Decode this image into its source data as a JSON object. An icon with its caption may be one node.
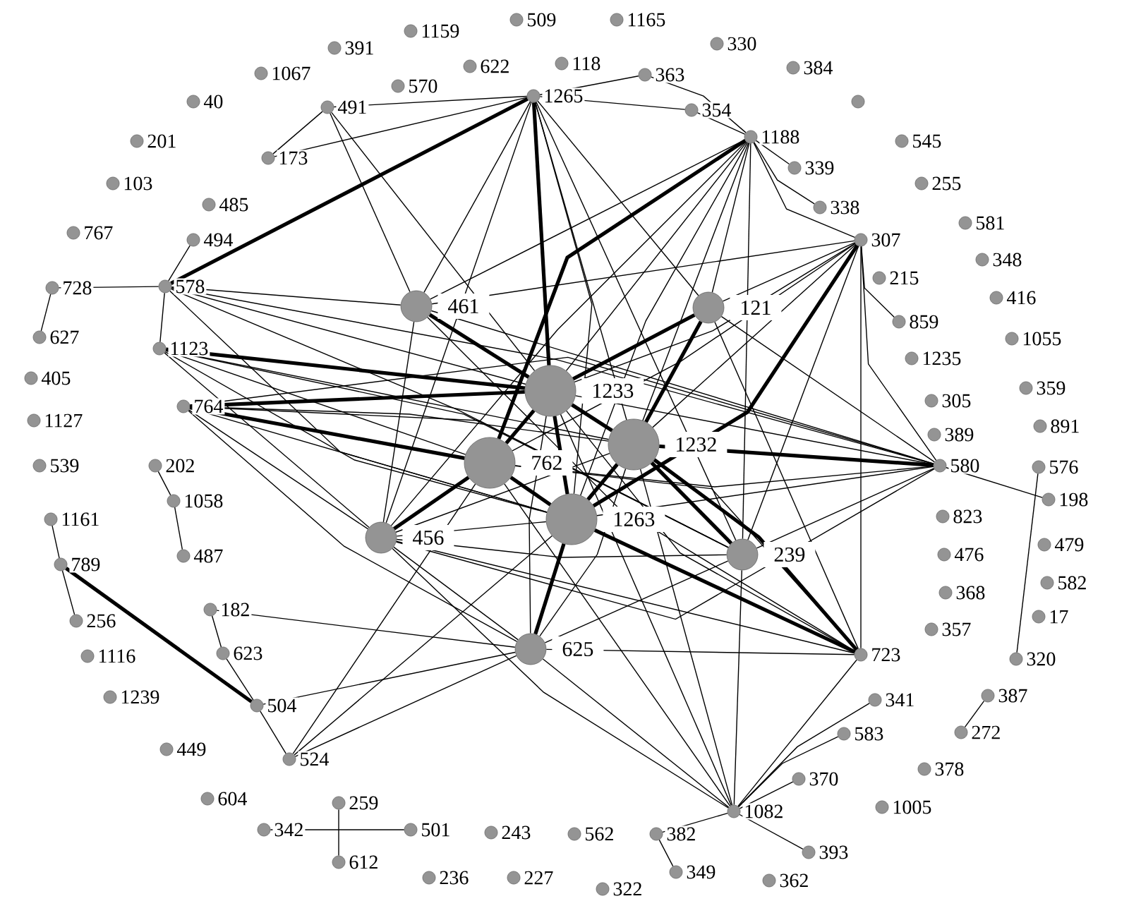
{
  "diagram": {
    "nodes": [
      {
        "text": [],
        "shape": "circle",
        "beside": [
          "509"
        ]
      },
      {
        "text": [],
        "shape": "circle",
        "beside": [
          "1165"
        ]
      },
      {
        "text": [],
        "shape": "circle",
        "beside": [
          "1159"
        ]
      },
      {
        "text": [],
        "shape": "circle",
        "beside": [
          "330"
        ]
      },
      {
        "text": [],
        "shape": "circle",
        "beside": [
          "391"
        ]
      },
      {
        "text": [],
        "shape": "circle",
        "beside": [
          "118"
        ]
      },
      {
        "text": [],
        "shape": "circle",
        "beside": [
          "622"
        ]
      },
      {
        "text": [],
        "shape": "circle",
        "beside": [
          "384"
        ]
      },
      {
        "text": [],
        "shape": "circle",
        "beside": [
          "1067"
        ]
      },
      {
        "text": [],
        "shape": "circle",
        "beside": [
          "363"
        ]
      },
      {
        "text": [],
        "shape": "circle",
        "beside": [
          "570"
        ]
      },
      {
        "text": [],
        "shape": "circle",
        "beside": [
          "1265"
        ]
      },
      {
        "text": [],
        "shape": "circle",
        "beside": [
          "40"
        ]
      },
      {
        "text": [],
        "shape": "circle"
      },
      {
        "text": [],
        "shape": "circle",
        "beside": [
          "491"
        ]
      },
      {
        "text": [],
        "shape": "circle",
        "beside": [
          "354"
        ]
      },
      {
        "text": [],
        "shape": "circle",
        "beside": [
          "1188"
        ]
      },
      {
        "text": [],
        "shape": "circle",
        "beside": [
          "201"
        ]
      },
      {
        "text": [],
        "shape": "circle",
        "beside": [
          "545"
        ]
      },
      {
        "text": [],
        "shape": "circle",
        "beside": [
          "173"
        ]
      },
      {
        "text": [],
        "shape": "circle",
        "beside": [
          "339"
        ]
      },
      {
        "text": [],
        "shape": "circle",
        "beside": [
          "103"
        ]
      },
      {
        "text": [],
        "shape": "circle",
        "beside": [
          "255"
        ]
      },
      {
        "text": [],
        "shape": "circle",
        "beside": [
          "485"
        ]
      },
      {
        "text": [],
        "shape": "circle",
        "beside": [
          "338"
        ]
      },
      {
        "text": [],
        "shape": "circle",
        "beside": [
          "581"
        ]
      },
      {
        "text": [],
        "shape": "circle",
        "beside": [
          "767"
        ]
      },
      {
        "text": [],
        "shape": "circle",
        "beside": [
          "494"
        ]
      },
      {
        "text": [],
        "shape": "circle",
        "beside": [
          "307"
        ]
      },
      {
        "text": [],
        "shape": "circle",
        "beside": [
          "348"
        ]
      },
      {
        "text": [],
        "shape": "circle",
        "beside": [
          "215"
        ]
      },
      {
        "text": [],
        "shape": "circle",
        "beside": [
          "578"
        ]
      },
      {
        "text": [],
        "shape": "circle",
        "beside": [
          "728"
        ]
      },
      {
        "text": [],
        "shape": "circle",
        "beside": [
          "416"
        ]
      },
      {
        "text": [],
        "shape": "circle",
        "beside": [
          "461"
        ]
      },
      {
        "text": [],
        "shape": "circle",
        "beside": [
          "121"
        ]
      },
      {
        "text": [],
        "shape": "circle",
        "beside": [
          "859"
        ]
      },
      {
        "text": [],
        "shape": "circle",
        "beside": [
          "627"
        ]
      },
      {
        "text": [],
        "shape": "circle",
        "beside": [
          "1055"
        ]
      },
      {
        "text": [],
        "shape": "circle",
        "beside": [
          "1123"
        ]
      },
      {
        "text": [],
        "shape": "circle",
        "beside": [
          "1235"
        ]
      },
      {
        "text": [],
        "shape": "circle",
        "beside": [
          "405"
        ]
      },
      {
        "text": [],
        "shape": "circle",
        "beside": [
          "359"
        ]
      },
      {
        "text": [],
        "shape": "circle",
        "beside": [
          "1233"
        ]
      },
      {
        "text": [],
        "shape": "circle",
        "beside": [
          "305"
        ]
      },
      {
        "text": [],
        "shape": "circle",
        "beside": [
          "764"
        ]
      },
      {
        "text": [],
        "shape": "circle",
        "beside": [
          "1127"
        ]
      },
      {
        "text": [],
        "shape": "circle",
        "beside": [
          "891"
        ]
      },
      {
        "text": [],
        "shape": "circle",
        "beside": [
          "389"
        ]
      },
      {
        "text": [],
        "shape": "circle",
        "beside": [
          "1232"
        ]
      },
      {
        "text": [],
        "shape": "circle",
        "beside": [
          "762"
        ]
      },
      {
        "text": [],
        "shape": "circle",
        "beside": [
          "539"
        ]
      },
      {
        "text": [],
        "shape": "circle",
        "beside": [
          "202"
        ]
      },
      {
        "text": [],
        "shape": "circle",
        "beside": [
          "580"
        ]
      },
      {
        "text": [],
        "shape": "circle",
        "beside": [
          "576"
        ]
      },
      {
        "text": [],
        "shape": "circle",
        "beside": [
          "198"
        ]
      },
      {
        "text": [],
        "shape": "circle",
        "beside": [
          "1058"
        ]
      },
      {
        "text": [],
        "shape": "circle",
        "beside": [
          "823"
        ]
      },
      {
        "text": [],
        "shape": "circle",
        "beside": [
          "1263"
        ]
      },
      {
        "text": [],
        "shape": "circle",
        "beside": [
          "1161"
        ]
      },
      {
        "text": [],
        "shape": "circle",
        "beside": [
          "456"
        ]
      },
      {
        "text": [],
        "shape": "circle",
        "beside": [
          "479"
        ]
      },
      {
        "text": [],
        "shape": "circle",
        "beside": [
          "239"
        ]
      },
      {
        "text": [],
        "shape": "circle",
        "beside": [
          "476"
        ]
      },
      {
        "text": [],
        "shape": "circle",
        "beside": [
          "487"
        ]
      },
      {
        "text": [],
        "shape": "circle",
        "beside": [
          "789"
        ]
      },
      {
        "text": [],
        "shape": "circle",
        "beside": [
          "582"
        ]
      },
      {
        "text": [],
        "shape": "circle",
        "beside": [
          "368"
        ]
      },
      {
        "text": [],
        "shape": "circle",
        "beside": [
          "182"
        ]
      },
      {
        "text": [],
        "shape": "circle",
        "beside": [
          "17"
        ]
      },
      {
        "text": [],
        "shape": "circle",
        "beside": [
          "256"
        ]
      },
      {
        "text": [],
        "shape": "circle",
        "beside": [
          "357"
        ]
      },
      {
        "text": [],
        "shape": "circle",
        "beside": [
          "625"
        ]
      },
      {
        "text": [],
        "shape": "circle",
        "beside": [
          "623"
        ]
      },
      {
        "text": [],
        "shape": "circle",
        "beside": [
          "723"
        ]
      },
      {
        "text": [],
        "shape": "circle",
        "beside": [
          "1116"
        ]
      },
      {
        "text": [],
        "shape": "circle",
        "beside": [
          "320"
        ]
      },
      {
        "text": [],
        "shape": "circle",
        "beside": [
          "387"
        ]
      },
      {
        "text": [],
        "shape": "circle",
        "beside": [
          "1239"
        ]
      },
      {
        "text": [],
        "shape": "circle",
        "beside": [
          "341"
        ]
      },
      {
        "text": [],
        "shape": "circle",
        "beside": [
          "504"
        ]
      },
      {
        "text": [],
        "shape": "circle",
        "beside": [
          "272"
        ]
      },
      {
        "text": [],
        "shape": "circle",
        "beside": [
          "583"
        ]
      },
      {
        "text": [],
        "shape": "circle",
        "beside": [
          "449"
        ]
      },
      {
        "text": [],
        "shape": "circle",
        "beside": [
          "524"
        ]
      },
      {
        "text": [],
        "shape": "circle",
        "beside": [
          "378"
        ]
      },
      {
        "text": [],
        "shape": "circle",
        "beside": [
          "370"
        ]
      },
      {
        "text": [],
        "shape": "circle",
        "beside": [
          "604"
        ]
      },
      {
        "text": [],
        "shape": "circle",
        "beside": [
          "259"
        ]
      },
      {
        "text": [],
        "shape": "circle",
        "beside": [
          "1005"
        ]
      },
      {
        "text": [],
        "shape": "circle",
        "beside": [
          "1082"
        ]
      },
      {
        "text": [],
        "shape": "circle",
        "beside": [
          "342"
        ]
      },
      {
        "text": [],
        "shape": "circle",
        "beside": [
          "501"
        ]
      },
      {
        "text": [],
        "shape": "circle",
        "beside": [
          "243"
        ]
      },
      {
        "text": [],
        "shape": "circle",
        "beside": [
          "382"
        ]
      },
      {
        "text": [],
        "shape": "circle",
        "beside": [
          "562"
        ]
      },
      {
        "text": [],
        "shape": "circle",
        "beside": [
          "393"
        ]
      },
      {
        "text": [],
        "shape": "circle",
        "beside": [
          "612"
        ]
      },
      {
        "text": [],
        "shape": "circle",
        "beside": [
          "349"
        ]
      },
      {
        "text": [],
        "shape": "circle",
        "beside": [
          "236"
        ]
      },
      {
        "text": [],
        "shape": "circle",
        "beside": [
          "227"
        ]
      },
      {
        "text": [],
        "shape": "circle",
        "beside": [
          "362"
        ]
      },
      {
        "text": [],
        "shape": "circle",
        "beside": [
          "322"
        ]
      }
    ],
    "edges": [
      {
        "from": 43,
        "to": 50,
        "arrow": "none",
        "style": "thick"
      },
      {
        "from": 43,
        "to": 49,
        "arrow": "none",
        "style": "thick"
      },
      {
        "from": 43,
        "to": 58,
        "arrow": "none",
        "style": "thick"
      },
      {
        "from": 50,
        "to": 58,
        "arrow": "none",
        "style": "thick"
      },
      {
        "from": 49,
        "to": 58,
        "arrow": "none",
        "style": "thick"
      },
      {
        "from": 34,
        "to": 43,
        "arrow": "none",
        "style": "thick"
      },
      {
        "from": 35,
        "to": 49,
        "arrow": "none",
        "style": "thick"
      },
      {
        "from": 35,
        "to": 43,
        "arrow": "none",
        "style": "thick"
      },
      {
        "from": 60,
        "to": 50,
        "arrow": "none",
        "style": "thick"
      },
      {
        "from": 62,
        "to": 49,
        "arrow": "none",
        "style": "thick"
      },
      {
        "from": 72,
        "to": 58,
        "arrow": "none",
        "style": "thick"
      },
      {
        "from": 45,
        "to": 50,
        "arrow": "none",
        "style": "thick"
      },
      {
        "from": 45,
        "to": 43,
        "arrow": "none",
        "style": "thick"
      },
      {
        "from": 39,
        "to": 43,
        "arrow": "none",
        "style": "thick"
      },
      {
        "from": 11,
        "to": 43,
        "arrow": "none",
        "style": "thick"
      },
      {
        "from": 11,
        "to": 31,
        "arrow": "none",
        "style": "thick"
      },
      {
        "from": 16,
        "to": 50,
        "arrow": "none",
        "style": "thick"
      },
      {
        "from": 28,
        "to": 58,
        "arrow": "none",
        "style": "thick"
      },
      {
        "from": 74,
        "to": 49,
        "arrow": "none",
        "style": "thick"
      },
      {
        "from": 74,
        "to": 58,
        "arrow": "none",
        "style": "thick"
      },
      {
        "from": 53,
        "to": 49,
        "arrow": "none",
        "style": "thick"
      },
      {
        "from": 80,
        "to": 65,
        "arrow": "none",
        "style": "thick"
      },
      {
        "from": 11,
        "to": 34,
        "arrow": "none"
      },
      {
        "from": 11,
        "to": 58,
        "arrow": "none"
      },
      {
        "from": 11,
        "to": 49,
        "arrow": "none"
      },
      {
        "from": 11,
        "to": 62,
        "arrow": "none"
      },
      {
        "from": 11,
        "to": 9,
        "arrow": "none"
      },
      {
        "from": 11,
        "to": 15,
        "arrow": "none"
      },
      {
        "from": 11,
        "to": 19,
        "arrow": "none"
      },
      {
        "from": 11,
        "to": 14,
        "arrow": "none"
      },
      {
        "from": 11,
        "to": 35,
        "arrow": "none"
      },
      {
        "from": 11,
        "to": 60,
        "arrow": "none"
      },
      {
        "from": 16,
        "to": 35,
        "arrow": "none"
      },
      {
        "from": 16,
        "to": 43,
        "arrow": "none"
      },
      {
        "from": 16,
        "to": 49,
        "arrow": "none"
      },
      {
        "from": 16,
        "to": 58,
        "arrow": "none"
      },
      {
        "from": 16,
        "to": 62,
        "arrow": "none"
      },
      {
        "from": 16,
        "to": 34,
        "arrow": "none"
      },
      {
        "from": 16,
        "to": 28,
        "arrow": "none"
      },
      {
        "from": 16,
        "to": 9,
        "arrow": "none"
      },
      {
        "from": 16,
        "to": 15,
        "arrow": "none"
      },
      {
        "from": 16,
        "to": 20,
        "arrow": "none"
      },
      {
        "from": 16,
        "to": 24,
        "arrow": "none"
      },
      {
        "from": 16,
        "to": 60,
        "arrow": "none"
      },
      {
        "from": 28,
        "to": 35,
        "arrow": "none"
      },
      {
        "from": 28,
        "to": 43,
        "arrow": "none"
      },
      {
        "from": 28,
        "to": 49,
        "arrow": "none"
      },
      {
        "from": 28,
        "to": 50,
        "arrow": "none"
      },
      {
        "from": 28,
        "to": 62,
        "arrow": "none"
      },
      {
        "from": 28,
        "to": 53,
        "arrow": "none"
      },
      {
        "from": 28,
        "to": 74,
        "arrow": "none"
      },
      {
        "from": 28,
        "to": 34,
        "arrow": "none"
      },
      {
        "from": 28,
        "to": 36,
        "arrow": "none"
      },
      {
        "from": 53,
        "to": 34,
        "arrow": "none"
      },
      {
        "from": 53,
        "to": 35,
        "arrow": "none"
      },
      {
        "from": 53,
        "to": 43,
        "arrow": "none"
      },
      {
        "from": 53,
        "to": 50,
        "arrow": "none"
      },
      {
        "from": 53,
        "to": 58,
        "arrow": "none"
      },
      {
        "from": 53,
        "to": 60,
        "arrow": "none"
      },
      {
        "from": 53,
        "to": 62,
        "arrow": "none"
      },
      {
        "from": 53,
        "to": 45,
        "arrow": "none"
      },
      {
        "from": 53,
        "to": 31,
        "arrow": "none"
      },
      {
        "from": 74,
        "to": 43,
        "arrow": "none"
      },
      {
        "from": 74,
        "to": 50,
        "arrow": "none"
      },
      {
        "from": 74,
        "to": 60,
        "arrow": "none"
      },
      {
        "from": 74,
        "to": 72,
        "arrow": "none"
      },
      {
        "from": 74,
        "to": 35,
        "arrow": "none"
      },
      {
        "from": 74,
        "to": 34,
        "arrow": "none"
      },
      {
        "from": 90,
        "to": 49,
        "arrow": "none"
      },
      {
        "from": 90,
        "to": 43,
        "arrow": "none"
      },
      {
        "from": 90,
        "to": 50,
        "arrow": "none"
      },
      {
        "from": 90,
        "to": 60,
        "arrow": "none"
      },
      {
        "from": 90,
        "to": 62,
        "arrow": "none"
      },
      {
        "from": 90,
        "to": 72,
        "arrow": "none"
      },
      {
        "from": 90,
        "to": 74,
        "arrow": "none"
      },
      {
        "from": 90,
        "to": 86,
        "arrow": "none"
      },
      {
        "from": 90,
        "to": 82,
        "arrow": "none"
      },
      {
        "from": 90,
        "to": 79,
        "arrow": "none"
      },
      {
        "from": 90,
        "to": 94,
        "arrow": "none"
      },
      {
        "from": 31,
        "to": 34,
        "arrow": "none"
      },
      {
        "from": 31,
        "to": 43,
        "arrow": "none"
      },
      {
        "from": 31,
        "to": 58,
        "arrow": "none"
      },
      {
        "from": 31,
        "to": 62,
        "arrow": "none"
      },
      {
        "from": 31,
        "to": 39,
        "arrow": "none"
      },
      {
        "from": 31,
        "to": 27,
        "arrow": "none"
      },
      {
        "from": 31,
        "to": 32,
        "arrow": "none"
      },
      {
        "from": 39,
        "to": 49,
        "arrow": "none"
      },
      {
        "from": 39,
        "to": 50,
        "arrow": "none"
      },
      {
        "from": 39,
        "to": 58,
        "arrow": "none"
      },
      {
        "from": 39,
        "to": 60,
        "arrow": "none"
      },
      {
        "from": 39,
        "to": 62,
        "arrow": "none"
      },
      {
        "from": 45,
        "to": 49,
        "arrow": "none"
      },
      {
        "from": 45,
        "to": 58,
        "arrow": "none"
      },
      {
        "from": 45,
        "to": 60,
        "arrow": "none"
      },
      {
        "from": 45,
        "to": 62,
        "arrow": "none"
      },
      {
        "from": 45,
        "to": 72,
        "arrow": "none"
      },
      {
        "from": 60,
        "to": 34,
        "arrow": "none"
      },
      {
        "from": 60,
        "to": 58,
        "arrow": "none"
      },
      {
        "from": 60,
        "to": 49,
        "arrow": "none"
      },
      {
        "from": 60,
        "to": 72,
        "arrow": "none"
      },
      {
        "from": 60,
        "to": 62,
        "arrow": "none"
      },
      {
        "from": 72,
        "to": 43,
        "arrow": "none"
      },
      {
        "from": 72,
        "to": 49,
        "arrow": "none"
      },
      {
        "from": 72,
        "to": 62,
        "arrow": "none"
      },
      {
        "from": 72,
        "to": 80,
        "arrow": "none"
      },
      {
        "from": 72,
        "to": 84,
        "arrow": "none"
      },
      {
        "from": 72,
        "to": 68,
        "arrow": "none"
      },
      {
        "from": 14,
        "to": 34,
        "arrow": "none"
      },
      {
        "from": 14,
        "to": 43,
        "arrow": "none"
      },
      {
        "from": 14,
        "to": 19,
        "arrow": "none"
      },
      {
        "from": 80,
        "to": 84,
        "arrow": "none"
      },
      {
        "from": 80,
        "to": 73,
        "arrow": "none"
      },
      {
        "from": 84,
        "to": 58,
        "arrow": "none"
      },
      {
        "from": 84,
        "to": 50,
        "arrow": "none"
      },
      {
        "from": 54,
        "to": 76,
        "arrow": "none"
      },
      {
        "from": 53,
        "to": 55,
        "arrow": "none"
      },
      {
        "from": 91,
        "to": 92,
        "arrow": "none"
      },
      {
        "from": 88,
        "to": 97,
        "arrow": "none"
      },
      {
        "from": 65,
        "to": 59,
        "arrow": "none"
      },
      {
        "from": 65,
        "to": 70,
        "arrow": "none"
      },
      {
        "from": 73,
        "to": 68,
        "arrow": "none"
      },
      {
        "from": 56,
        "to": 64,
        "arrow": "none"
      },
      {
        "from": 52,
        "to": 56,
        "arrow": "none"
      },
      {
        "from": 37,
        "to": 32,
        "arrow": "none"
      },
      {
        "from": 77,
        "to": 81,
        "arrow": "none"
      },
      {
        "from": 96,
        "to": 90,
        "arrow": "none"
      },
      {
        "from": 94,
        "to": 98,
        "arrow": "none"
      }
    ]
  }
}
